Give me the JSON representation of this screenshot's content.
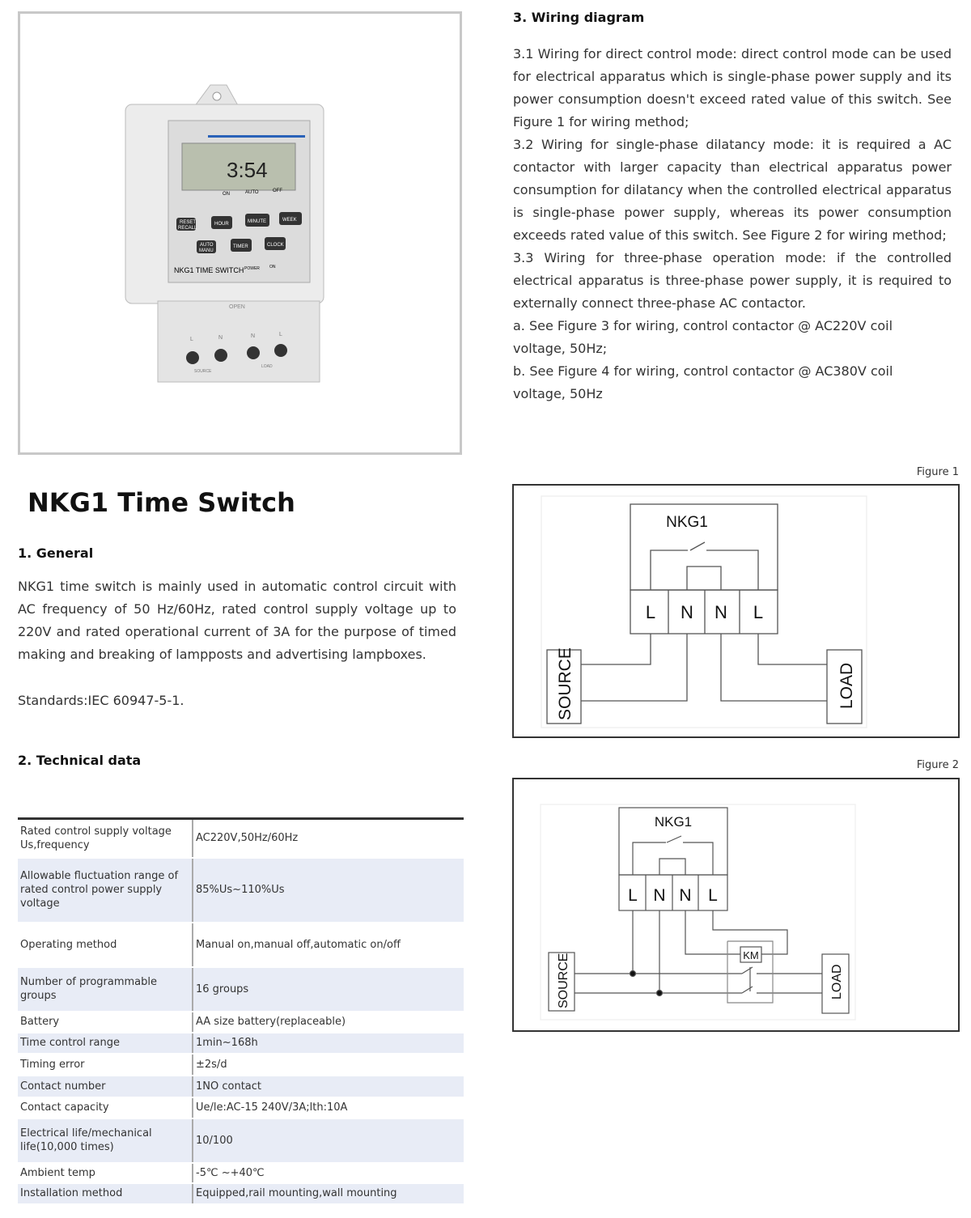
{
  "product_image": {
    "labels": {
      "time": "3:54",
      "on": "ON",
      "auto": "AUTO",
      "off": "OFF",
      "reset": "RESET",
      "recall": "RECALL",
      "hour": "HOUR",
      "minute": "MINUTE",
      "week": "WEEK",
      "auto_btn": "AUTO",
      "manu": "MANU",
      "timer": "TIMER",
      "clock": "CLOCK",
      "model": "NKG1 TIME SWITCH",
      "power": "POWER",
      "on_led": "ON",
      "open": "OPEN",
      "l1": "L",
      "n1": "N",
      "n2": "N",
      "l2": "L",
      "source": "SOURCE",
      "load": "LOAD"
    }
  },
  "title": "NKG1 Time Switch",
  "general": {
    "heading": "1. General",
    "body": "NKG1 time switch is mainly used in automatic control circuit with AC frequency of 50 Hz/60Hz, rated control supply voltage up to 220V and rated operational current of 3A for the purpose of timed making and breaking of lampposts and advertising lampboxes.",
    "standards": "Standards:IEC 60947-5-1."
  },
  "technical": {
    "heading": "2. Technical data",
    "rows": [
      [
        "Rated control supply voltage Us,frequency",
        "AC220V,50Hz/60Hz"
      ],
      [
        "Allowable fluctuation range of rated control power supply voltage",
        "85%Us~110%Us"
      ],
      [
        "Operating method",
        "Manual on,manual off,automatic on/off"
      ],
      [
        "Number of programmable groups",
        "16 groups"
      ],
      [
        "Battery",
        "AA size battery(replaceable)"
      ],
      [
        "Time control range",
        "1min~168h"
      ],
      [
        "Timing error",
        "±2s/d"
      ],
      [
        "Contact number",
        "1NO contact"
      ],
      [
        "Contact capacity",
        "Ue/le:AC-15 240V/3A;lth:10A"
      ],
      [
        "Electrical life/mechanical life(10,000 times)",
        "10/100"
      ],
      [
        "Ambient temp",
        "-5℃ ~+40℃"
      ],
      [
        "Installation method",
        "Equipped,rail mounting,wall mounting"
      ]
    ]
  },
  "wiring": {
    "heading": "3. Wiring diagram",
    "paragraphs": [
      "3.1 Wiring for direct control mode: direct control mode can be used for electrical apparatus which is single-phase power supply and its power consumption doesn't exceed rated value of this switch. See Figure 1 for wiring method;",
      "3.2 Wiring for single-phase dilatancy mode: it is required a AC contactor with larger capacity than electrical apparatus power consumption for dilatancy when the controlled electrical apparatus is single-phase power supply, whereas its power consumption exceeds rated value of this switch. See Figure 2 for wiring method;",
      "3.3 Wiring for three-phase operation mode: if the controlled electrical apparatus is three-phase power supply, it is required to externally connect three-phase AC contactor.",
      "a. See Figure 3 for wiring, control contactor @ AC220V coil voltage, 50Hz;",
      "b. See Figure 4 for wiring, control contactor @ AC380V coil voltage, 50Hz"
    ]
  },
  "figures": [
    {
      "caption": "Figure 1",
      "device": "NKG1",
      "terminals": [
        "L",
        "N",
        "N",
        "L"
      ],
      "source": "SOURCE",
      "load": "LOAD"
    },
    {
      "caption": "Figure 2",
      "device": "NKG1",
      "terminals": [
        "L",
        "N",
        "N",
        "L"
      ],
      "source": "SOURCE",
      "load": "LOAD",
      "coil": "KM"
    }
  ]
}
